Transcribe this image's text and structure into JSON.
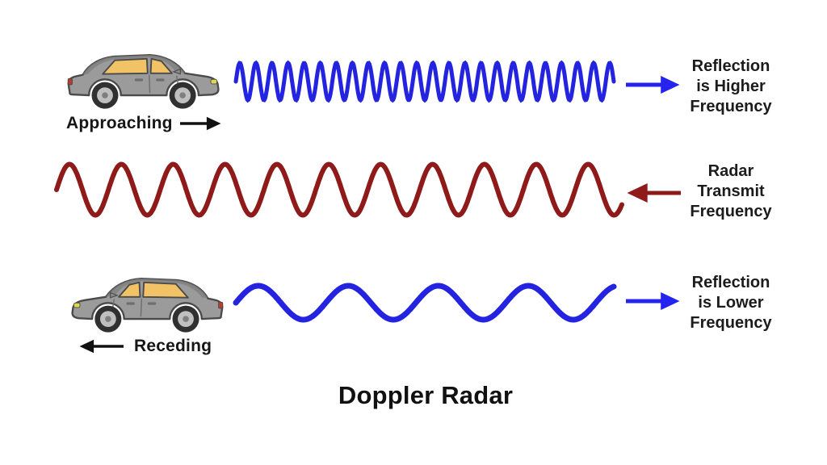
{
  "title": "Doppler Radar",
  "rows": [
    {
      "car": {
        "label": "Approaching",
        "facing": "right",
        "arrow_direction": "right"
      },
      "wave": {
        "name": "reflected-wave-higher-frequency",
        "color": "#2323e0",
        "cycles": 23.5,
        "stroke": 5
      },
      "result_arrow": {
        "direction": "right",
        "color": "#2424ee"
      },
      "caption_lines": [
        "Reflection",
        "is Higher",
        "Frequency"
      ]
    },
    {
      "wave": {
        "name": "radar-transmit-wave",
        "color": "#8e1a1a",
        "cycles": 10.9,
        "stroke": 6
      },
      "result_arrow": {
        "direction": "left",
        "color": "#8e1a1a"
      },
      "caption_lines": [
        "Radar",
        "Transmit",
        "Frequency"
      ]
    },
    {
      "car": {
        "label": "Receding",
        "facing": "left",
        "arrow_direction": "left"
      },
      "wave": {
        "name": "reflected-wave-lower-frequency",
        "color": "#2323e0",
        "cycles": 4.2,
        "stroke": 7
      },
      "result_arrow": {
        "direction": "right",
        "color": "#2424ee"
      },
      "caption_lines": [
        "Reflection",
        "is Lower",
        "Frequency"
      ]
    }
  ],
  "label_arrow_color": "#111111"
}
